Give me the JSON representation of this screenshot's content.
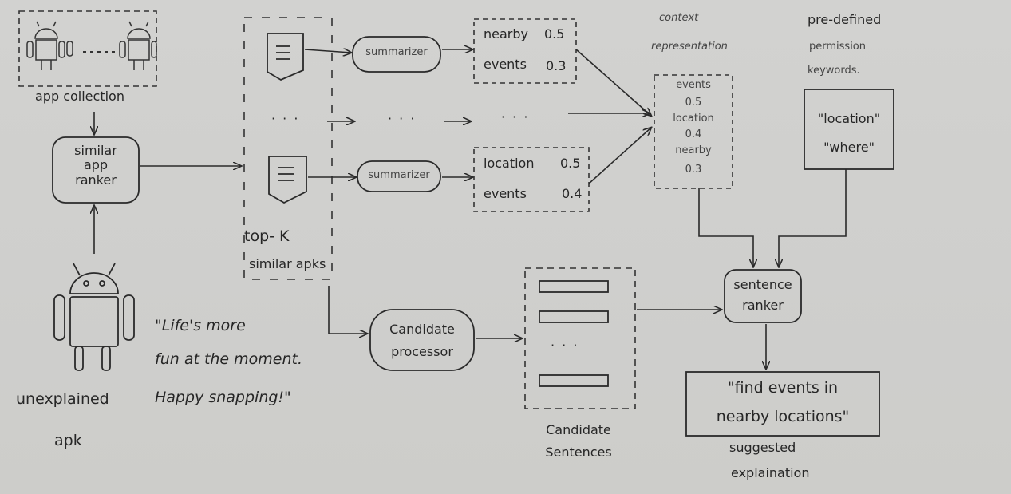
{
  "app_collection": {
    "label": "app collection"
  },
  "similar_app_ranker": {
    "line1": "similar",
    "line2": "app",
    "line3": "ranker"
  },
  "top_k": {
    "line1": "top- K",
    "line2": "similar apks"
  },
  "unexplained_apk": {
    "line1": "unexplained",
    "line2": "apk"
  },
  "app_description": {
    "line1": "\"Life's more",
    "line2": "fun at the moment.",
    "line3": "Happy snapping!\""
  },
  "summarizer_label": "summarizer",
  "ellipsis": "· · ·",
  "summary_top": {
    "row1_word": "nearby",
    "row1_value": "0.5",
    "row2_word": "events",
    "row2_value": "0.3"
  },
  "summary_bottom": {
    "row1_word": "location",
    "row1_value": "0.5",
    "row2_word": "events",
    "row2_value": "0.4"
  },
  "context_representation": {
    "title_line1": "context",
    "title_line2": "representation",
    "terms": [
      {
        "word": "events",
        "value": "0.5"
      },
      {
        "word": "location",
        "value": "0.4"
      },
      {
        "word": "nearby",
        "value": "0.3"
      }
    ]
  },
  "permission_keywords": {
    "title_line1": "pre-defined",
    "title_line2": "permission",
    "title_line3": "keywords.",
    "keywords": [
      "\"location\"",
      "\"where\""
    ]
  },
  "candidate_processor": {
    "line1": "Candidate",
    "line2": "processor"
  },
  "candidate_sentences": {
    "line1": "Candidate",
    "line2": "Sentences",
    "ellipsis": "· · ·"
  },
  "sentence_ranker": {
    "line1": "sentence",
    "line2": "ranker"
  },
  "suggested_explanation": {
    "text_line1": "\"find events in",
    "text_line2": "nearby locations\"",
    "caption_line1": "suggested",
    "caption_line2": "explaination"
  }
}
